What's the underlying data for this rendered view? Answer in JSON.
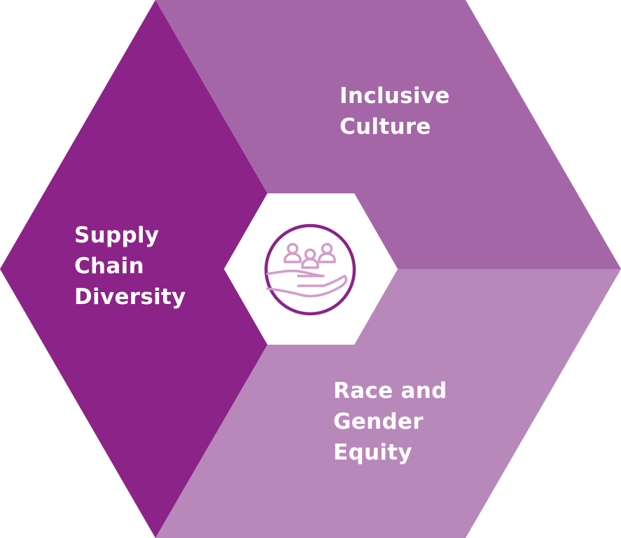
{
  "segments": [
    {
      "id": "supply",
      "lines": [
        "Supply",
        "Chain",
        "Diversity"
      ],
      "color": "#8B2388"
    },
    {
      "id": "inclusive",
      "lines": [
        "Inclusive",
        "Culture"
      ],
      "color": "#A566A8"
    },
    {
      "id": "equity",
      "lines": [
        "Race and",
        "Gender",
        "Equity"
      ],
      "color": "#B888BB"
    }
  ],
  "center": {
    "icon": "hand-holding-people-icon",
    "ring_color": "#8B2388",
    "icon_color": "#D39CCB"
  }
}
